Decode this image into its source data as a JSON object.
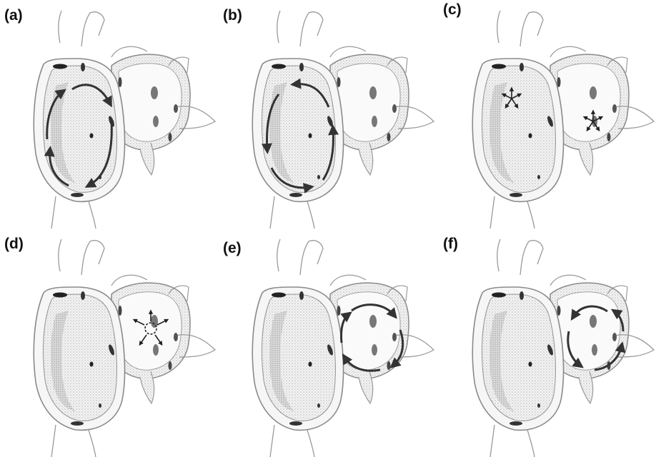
{
  "panels": [
    {
      "label": "(a)",
      "motion": "clockwise circulation in large left cavity"
    },
    {
      "label": "(b)",
      "motion": "counterclockwise circulation in large left cavity"
    },
    {
      "label": "(c)",
      "motion": "radial starburst in left cavity and in right chamber"
    },
    {
      "label": "(d)",
      "motion": "radial starburst in right chamber"
    },
    {
      "label": "(e)",
      "motion": "clockwise circulation in right chamber"
    },
    {
      "label": "(f)",
      "motion": "counterclockwise circulation in right chamber"
    }
  ],
  "colors": {
    "outline": "#8a8a8a",
    "stipple": "#c9c9c9",
    "stipple_dark": "#a6a6a6",
    "arrow": "#333333",
    "spot": "#222222"
  }
}
